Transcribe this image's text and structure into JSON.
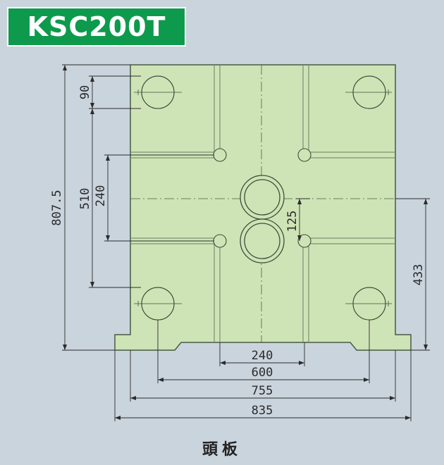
{
  "header": {
    "model": "KSC200T"
  },
  "caption": "頭板",
  "colors": {
    "plate": "#cfe4b6",
    "badge": "#0e9a4c",
    "background": "#c9d4dd"
  },
  "dimensions": {
    "tie_bar_offset": "90",
    "tie_bar_span_vertical": "510",
    "small_hole_span": "240",
    "overall_height": "807.5",
    "center_offset": "125",
    "base_to_center": "433",
    "bottom_slot_span": "240",
    "hole_span_horizontal": "600",
    "platen_width": "755",
    "overall_width": "835"
  }
}
